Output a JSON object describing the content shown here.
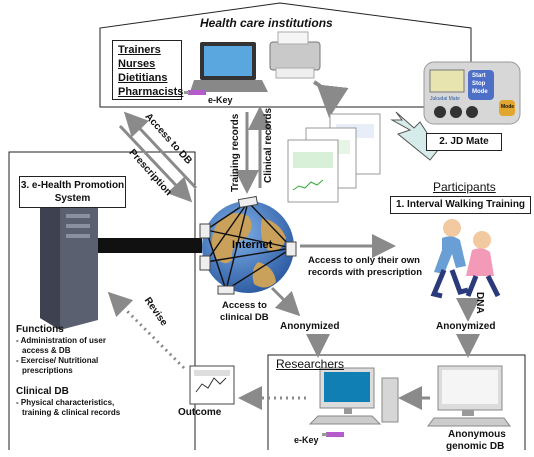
{
  "health": {
    "title": "Health care institutions",
    "staff": [
      "Trainers",
      "Nurses",
      "Dietitians",
      "Pharmacists"
    ],
    "ekey": "e-Key"
  },
  "jd_mate": {
    "label": "2. JD Mate",
    "device_buttons": [
      "Start",
      "Stop",
      "Mode",
      "Jukudai Mate",
      "Mode"
    ]
  },
  "participants": {
    "title": "Participants",
    "training": "1. Interval Walking Training",
    "dna": "DNA",
    "anonymized": "Anonymized"
  },
  "system": {
    "title_line1": "3. e-Health Promotion",
    "title_line2": "System",
    "functions_title": "Functions",
    "functions": [
      "- Administration of user",
      "access & DB",
      "- Exercise/ Nutritional",
      "prescriptions"
    ],
    "clinical_title": "Clinical DB",
    "clinical": [
      "- Physical characteristics,",
      "training & clinical records"
    ]
  },
  "arrows": {
    "access_db": "Access to DB",
    "prescription": "Prescription",
    "training_records": "Training records",
    "clinical_records": "Clinical records",
    "access_own_1": "Access to only their own",
    "access_own_2": "records with prescription",
    "access_clinical_1": "Access to",
    "access_clinical_2": "clinical DB",
    "anonymized": "Anonymized",
    "revise": "Revise"
  },
  "internet": "Internet",
  "outcome": "Outcome",
  "researchers": {
    "title": "Researchers",
    "ekey": "e-Key",
    "db_line1": "Anonymous",
    "db_line2": "genomic DB"
  },
  "colors": {
    "arrow_gray": "#8a8a8a",
    "jd_arrow": "#d6ecea",
    "globe_ocean": "#3b6fb8",
    "globe_land": "#c9a15a"
  }
}
